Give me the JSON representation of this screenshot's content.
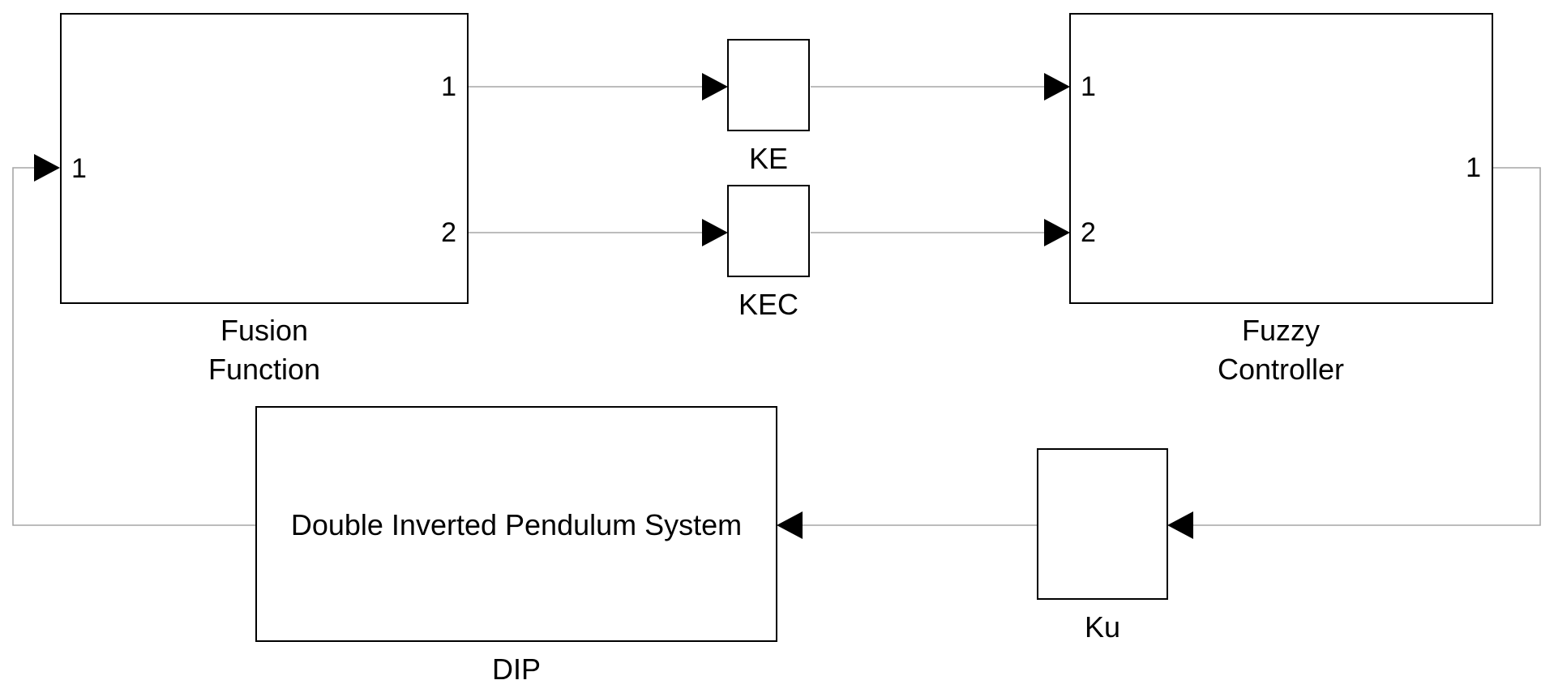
{
  "blocks": {
    "fusion_function": {
      "label_line1": "Fusion",
      "label_line2": "Function",
      "in_port": "1",
      "out_port_1": "1",
      "out_port_2": "2"
    },
    "ke": {
      "label": "KE"
    },
    "kec": {
      "label": "KEC"
    },
    "fuzzy_controller": {
      "label_line1": "Fuzzy",
      "label_line2": "Controller",
      "in_port_1": "1",
      "in_port_2": "2",
      "out_port": "1"
    },
    "dip": {
      "inner_text": "Double Inverted Pendulum System",
      "label": "DIP"
    },
    "ku": {
      "label": "Ku"
    }
  },
  "colors": {
    "block_stroke": "#000000",
    "wire": "#a6a6a6",
    "arrow": "#000000",
    "background": "#ffffff"
  }
}
